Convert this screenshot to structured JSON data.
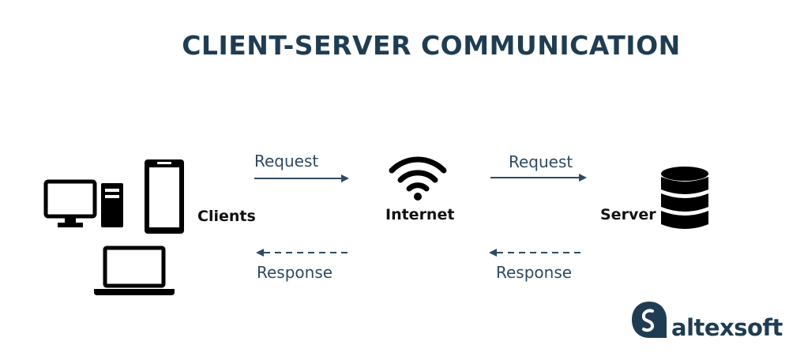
{
  "title": "CLIENT-SERVER COMMUNICATION",
  "nodes": {
    "clients": "Clients",
    "internet": "Internet",
    "server": "Server"
  },
  "arrows": {
    "left_request": "Request",
    "left_response": "Response",
    "right_request": "Request",
    "right_response": "Response"
  },
  "brand": {
    "name": "altexsoft",
    "color": "#1f3d52"
  },
  "colors": {
    "title": "#1f3d52",
    "arrow": "#2d4a62",
    "icon": "#000000"
  }
}
